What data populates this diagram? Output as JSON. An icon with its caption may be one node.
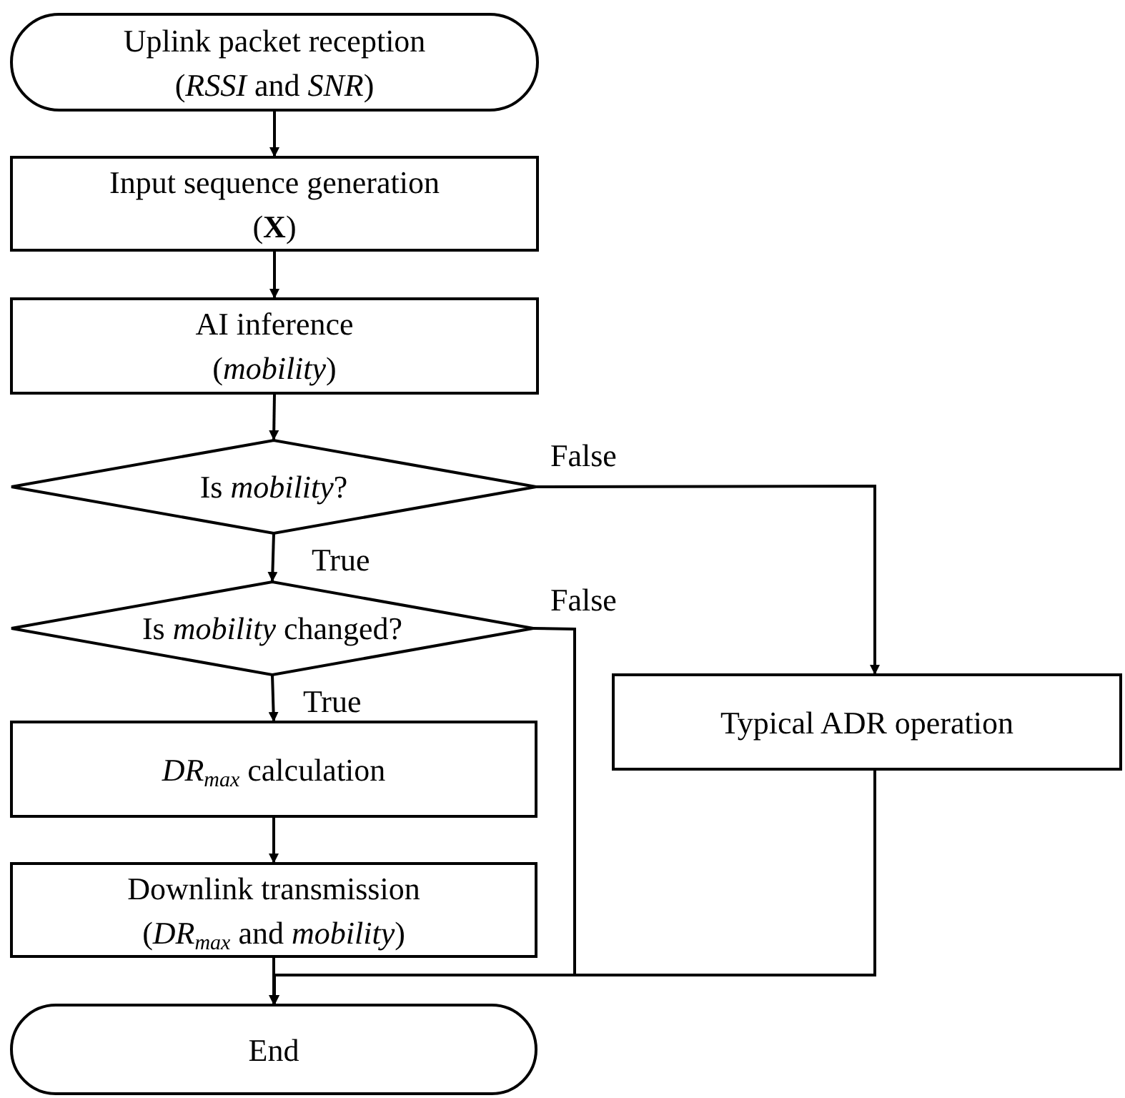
{
  "diagram": {
    "nodes": [
      {
        "text": [
          "Uplink packet reception",
          "(*RSSI* and *SNR*)"
        ]
      },
      {
        "text": [
          "Input sequence generation",
          "(**X**)"
        ]
      },
      {
        "text": [
          "AI inference",
          "(*mobility*)"
        ]
      },
      {
        "text": [
          "Is *mobility*?"
        ]
      },
      {
        "text": [
          "Is *mobility* changed?"
        ]
      },
      {
        "text": [
          "*DR*$_{max}$ calculation"
        ]
      },
      {
        "text": [
          "Downlink transmission",
          "(*DR*$_{max}$ and *mobility*)"
        ]
      },
      {
        "text": [
          "Typical ADR operation"
        ]
      },
      {
        "text": [
          "End"
        ]
      }
    ],
    "edges": [
      {
        "from": 0,
        "to": 1,
        "arrow": "to"
      },
      {
        "from": 1,
        "to": 2,
        "arrow": "to"
      },
      {
        "from": 2,
        "to": 3,
        "arrow": "to"
      },
      {
        "from": 3,
        "to": 4,
        "arrow": "to",
        "label": "True"
      },
      {
        "from": 3,
        "to": 7,
        "arrow": "to",
        "label": "False"
      },
      {
        "from": 4,
        "to": 5,
        "arrow": "to",
        "label": "True"
      },
      {
        "from": 4,
        "to": 8,
        "arrow": "to",
        "label": "False"
      },
      {
        "from": 5,
        "to": 6,
        "arrow": "to"
      },
      {
        "from": 6,
        "to": 8,
        "arrow": "to"
      },
      {
        "from": 7,
        "to": 8,
        "arrow": "to"
      }
    ]
  }
}
